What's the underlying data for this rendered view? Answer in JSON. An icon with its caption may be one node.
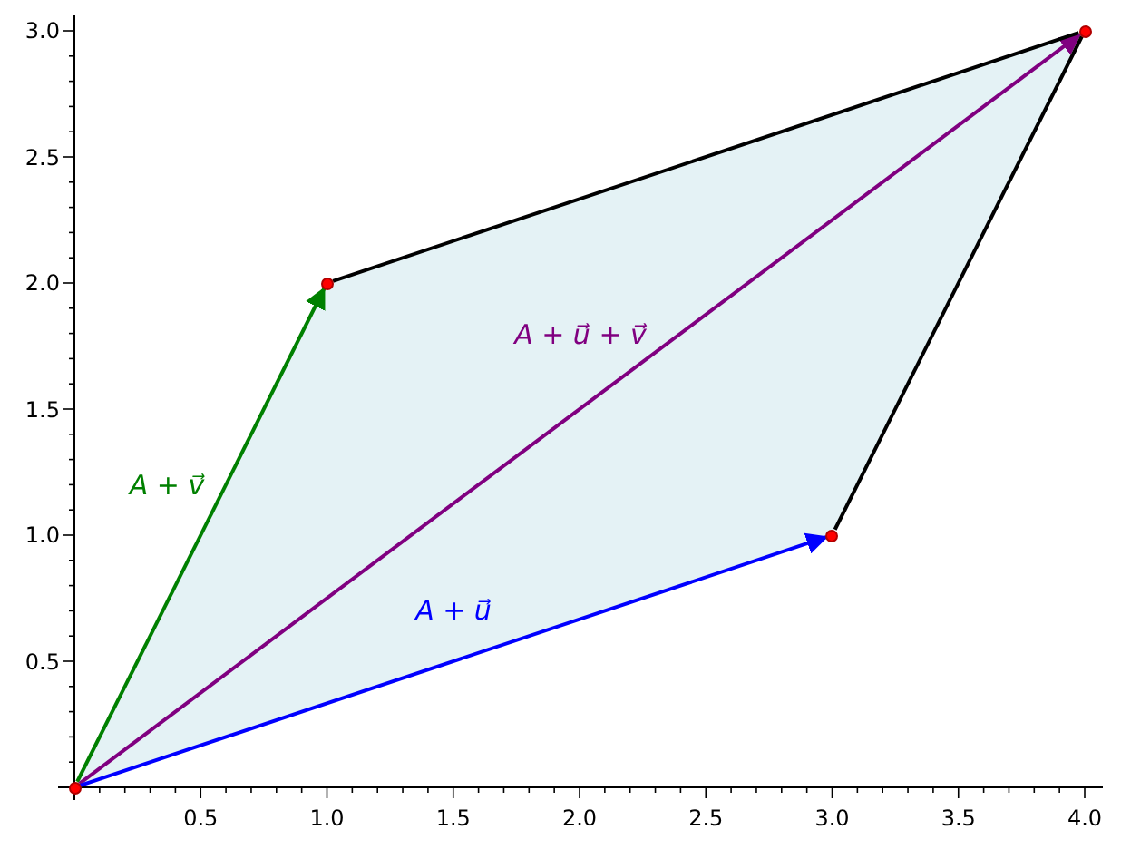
{
  "diagram": {
    "nodes": [
      {
        "text": [],
        "shape": "circle"
      },
      {
        "text": [],
        "shape": "circle"
      },
      {
        "text": [],
        "shape": "circle"
      },
      {
        "text": [],
        "shape": "circle"
      }
    ],
    "edges": [
      {
        "from": 0,
        "to": 1,
        "arrow": "to",
        "label": "A + v⃗",
        "color": "#008000"
      },
      {
        "from": 0,
        "to": 3,
        "arrow": "to",
        "label": "A + u⃗ + v⃗",
        "color": "#800080"
      },
      {
        "from": 0,
        "to": 2,
        "arrow": "to",
        "label": "A + u⃗",
        "color": "#0000ff"
      },
      {
        "from": 1,
        "to": 3,
        "arrow": "none"
      },
      {
        "from": 2,
        "to": 3,
        "arrow": "none"
      }
    ],
    "labels": [
      "3.0",
      "2.5",
      "2.0",
      "1.5",
      "1.0",
      "0.5",
      "0.5",
      "1.0",
      "1.5",
      "2.0",
      "2.5",
      "3.0",
      "3.5",
      "4.0"
    ]
  }
}
